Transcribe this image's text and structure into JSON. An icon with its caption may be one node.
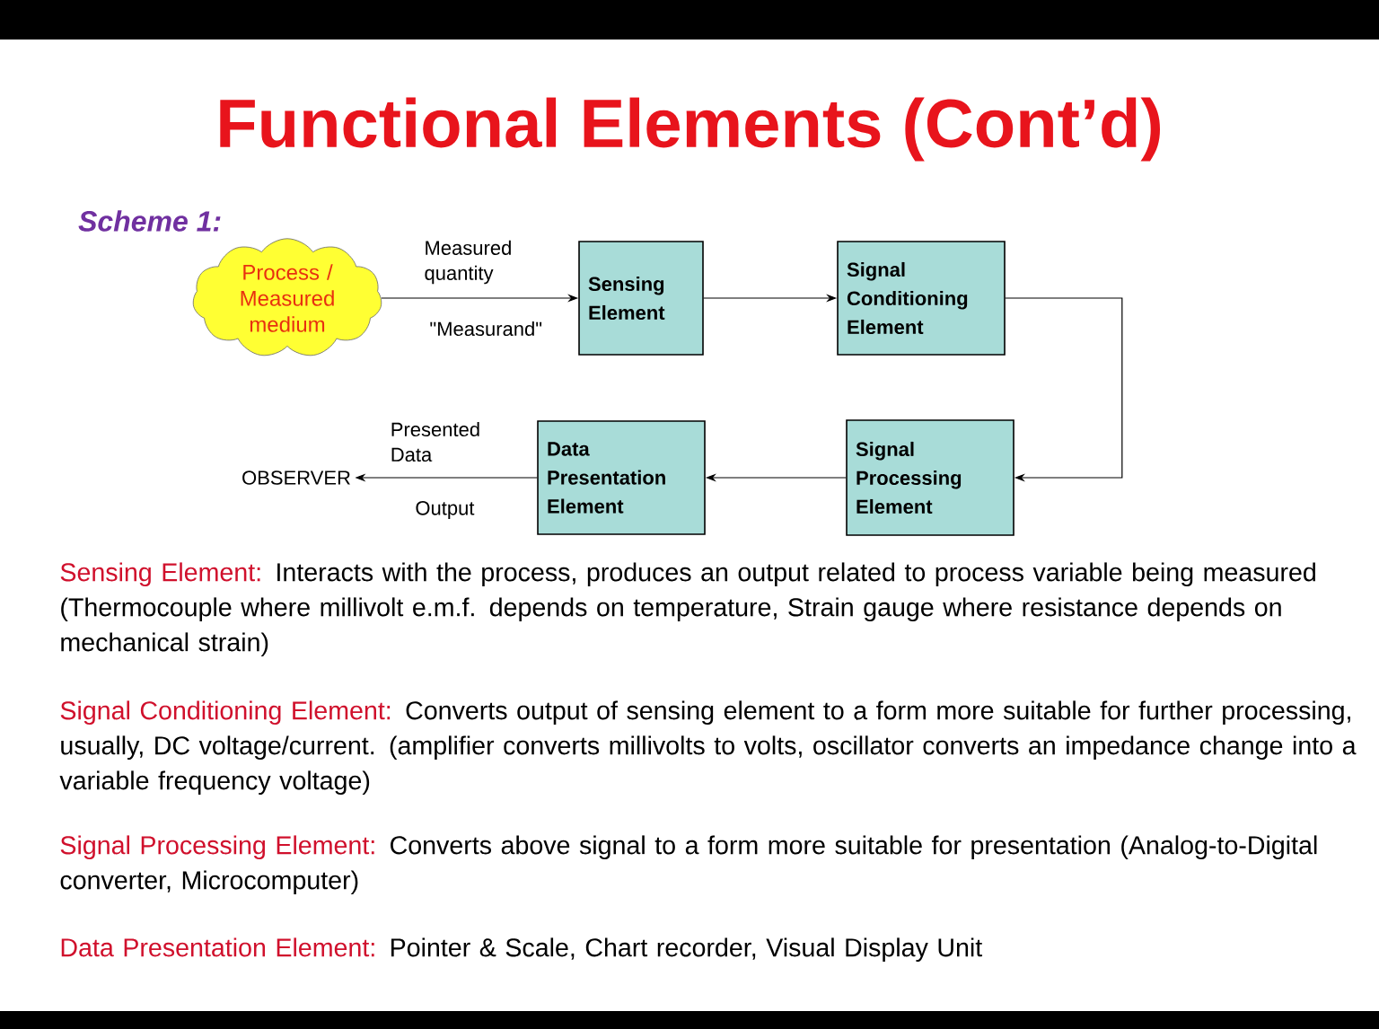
{
  "diagram": {
    "title": "Functional Elements (Cont’d)",
    "nodes": [
      {
        "text": [
          "Process / Measured medium"
        ]
      },
      {
        "text": [
          "Sensing Element"
        ]
      },
      {
        "text": [
          "Signal Conditioning Element"
        ]
      },
      {
        "text": [
          "Signal Processing Element"
        ]
      },
      {
        "text": [
          "Data Presentation Element"
        ]
      },
      {
        "text": [
          "OBSERVER"
        ]
      }
    ],
    "edges": [
      {
        "from": 0,
        "to": 1,
        "arrow": "to",
        "label": "Measured quantity"
      },
      {
        "from": 1,
        "to": 2,
        "arrow": "to"
      },
      {
        "from": 2,
        "to": 3,
        "arrow": "to"
      },
      {
        "from": 3,
        "to": 4,
        "arrow": "to"
      },
      {
        "from": 4,
        "to": 5,
        "arrow": "to",
        "label": "Presented Data"
      }
    ],
    "labels": [
      "Scheme 1:",
      "\"Measurand\"",
      "Output",
      "Sensing Element:",
      "Interacts with the process, produces an output related to process variable being measured  (Thermocouple  where millivolt e.m.f. depends on temperature, Strain gauge where resistance depends on mechanical strain)",
      "Signal Conditioning Element:",
      "Converts output of sensing element to a form more suitable for further processing, usually, DC voltage/current.  (amplifier converts millivolts to volts, oscillator converts an impedance change into a variable frequency voltage)",
      "Signal Processing Element:",
      "Converts above signal to a form more suitable for presentation (Analog-to-Digital converter, Microcomputer)",
      "Data Presentation Element:",
      "Pointer & Scale, Chart recorder, Visual Display Unit"
    ]
  }
}
